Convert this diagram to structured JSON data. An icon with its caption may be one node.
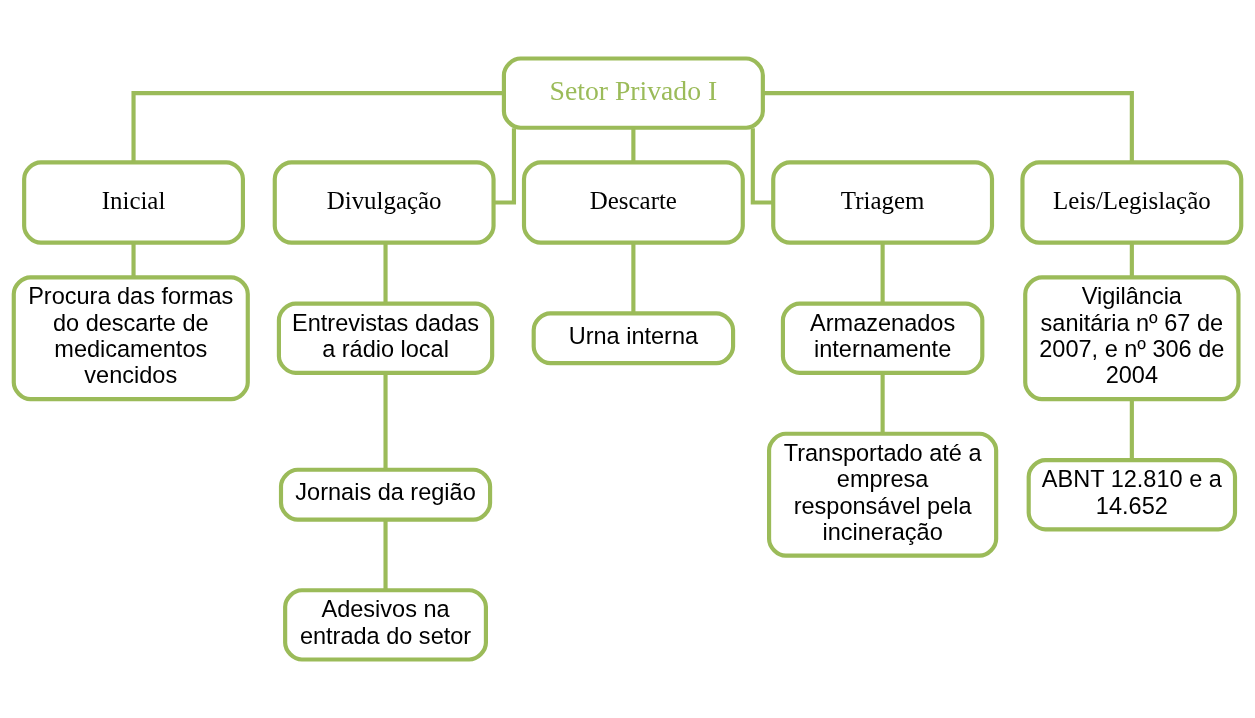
{
  "diagram": {
    "nodes": [
      {
        "text": [
          "Setor Privado I"
        ]
      },
      {
        "text": [
          "Inicial"
        ]
      },
      {
        "text": [
          "Divulgação"
        ]
      },
      {
        "text": [
          "Descarte"
        ]
      },
      {
        "text": [
          "Triagem"
        ]
      },
      {
        "text": [
          "Leis/Legislação"
        ]
      },
      {
        "text": [
          "Procura das formas do descarte de medicamentos vencidos"
        ]
      },
      {
        "text": [
          "Entrevistas dadas a rádio local"
        ]
      },
      {
        "text": [
          "Jornais da região"
        ]
      },
      {
        "text": [
          "Adesivos na entrada do setor"
        ]
      },
      {
        "text": [
          "Urna interna"
        ]
      },
      {
        "text": [
          "Armazenados internamente"
        ]
      },
      {
        "text": [
          "Transportado até a empresa responsável pela incineração"
        ]
      },
      {
        "text": [
          "Vigilância sanitária nº 67 de 2007, e nº 306 de 2004"
        ]
      },
      {
        "text": [
          "ABNT 12.810 e a 14.652"
        ]
      }
    ],
    "edges": [
      {
        "from": 0,
        "to": 1,
        "arrow": "none"
      },
      {
        "from": 0,
        "to": 2,
        "arrow": "none"
      },
      {
        "from": 0,
        "to": 3,
        "arrow": "none"
      },
      {
        "from": 0,
        "to": 4,
        "arrow": "none"
      },
      {
        "from": 0,
        "to": 5,
        "arrow": "none"
      },
      {
        "from": 1,
        "to": 6,
        "arrow": "none"
      },
      {
        "from": 2,
        "to": 7,
        "arrow": "none"
      },
      {
        "from": 7,
        "to": 8,
        "arrow": "none"
      },
      {
        "from": 8,
        "to": 9,
        "arrow": "none"
      },
      {
        "from": 3,
        "to": 10,
        "arrow": "none"
      },
      {
        "from": 4,
        "to": 11,
        "arrow": "none"
      },
      {
        "from": 11,
        "to": 12,
        "arrow": "none"
      },
      {
        "from": 5,
        "to": 13,
        "arrow": "none"
      },
      {
        "from": 13,
        "to": 14,
        "arrow": "none"
      }
    ]
  }
}
